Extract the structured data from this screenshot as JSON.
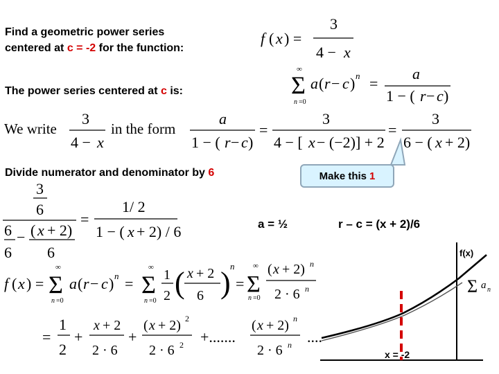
{
  "intro": {
    "line1": "Find a geometric power series",
    "line2_pre": "centered at ",
    "line2_c": "c = -2",
    "line2_post": " for the function:"
  },
  "series_line": {
    "pre": "The power series centered at ",
    "c": "c",
    "post": " is:"
  },
  "we_write": {
    "pre": "We write",
    "mid": "in the form"
  },
  "divide": {
    "pre": "Divide numerator and denominator by ",
    "num": "6"
  },
  "callout": {
    "pre": "Make this ",
    "num": "1"
  },
  "values": {
    "a": "a = ½",
    "rc": "r – c  = (x + 2)/6"
  },
  "graph": {
    "fx_label": "f(x)",
    "center_label": "x = -2"
  },
  "colors": {
    "highlight": "#d40000",
    "callout_fill": "#d9f3ff"
  }
}
